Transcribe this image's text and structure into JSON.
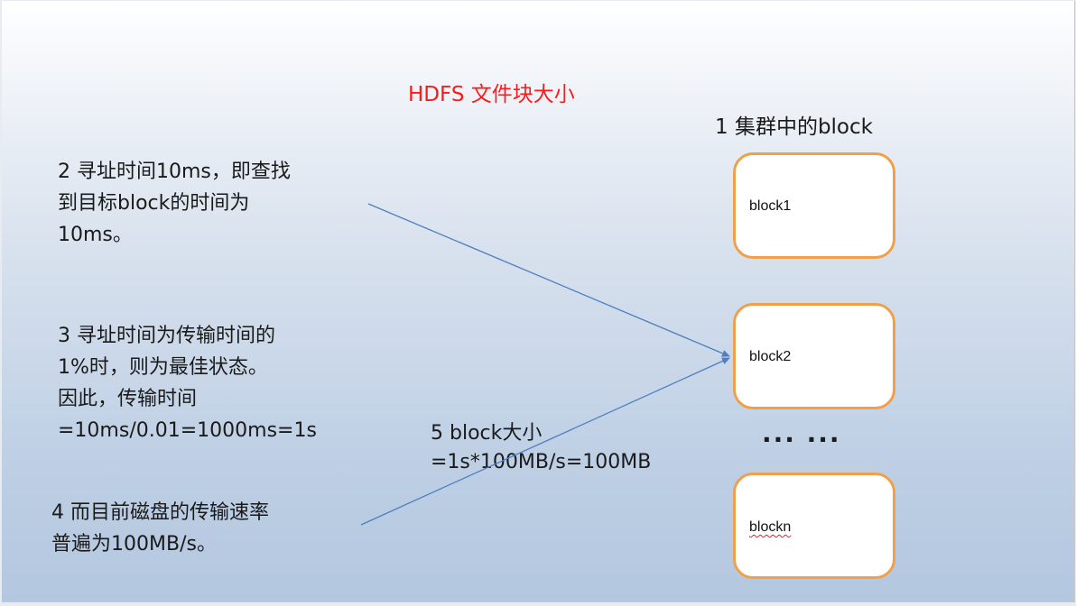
{
  "title": "HDFS 文件块大小",
  "cluster_label": "1 集群中的block",
  "notes": {
    "seek_time": "2 寻址时间10ms，即查找\n到目标block的时间为\n10ms。",
    "transfer_time": "3 寻址时间为传输时间的\n1%时，则为最佳状态。\n因此，传输时间\n=10ms/0.01=1000ms=1s",
    "disk_rate": "4 而目前磁盘的传输速率\n普遍为100MB/s。",
    "block_size": "5 block大小\n=1s*100MB/s=100MB"
  },
  "blocks": [
    {
      "label": "block1"
    },
    {
      "label": "block2"
    },
    {
      "label": "blockn"
    }
  ],
  "ellipsis": "··· ···",
  "colors": {
    "title": "#ff1a1a",
    "block_border": "#f0a04b",
    "arrow": "#4f7fc0"
  }
}
